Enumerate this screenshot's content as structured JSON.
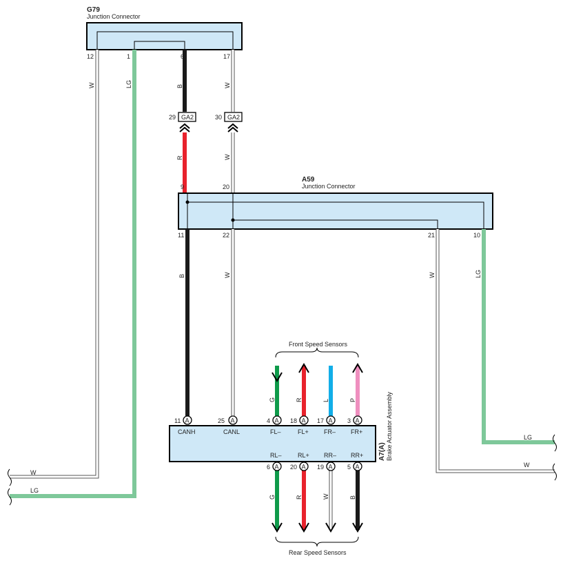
{
  "connectors": {
    "g79": {
      "id": "G79",
      "name": "Junction Connector",
      "pins": [
        "12",
        "1",
        "6",
        "17"
      ]
    },
    "a59": {
      "id": "A59",
      "name": "Junction Connector",
      "top_pins": [
        "9",
        "20"
      ],
      "bottom_pins": [
        "11",
        "22",
        "21",
        "10"
      ]
    },
    "ga2": {
      "label": "GA2",
      "pins": [
        "29",
        "30"
      ]
    },
    "a7": {
      "id": "A7(A)",
      "name": "Brake Actuator Assembly",
      "pin_letter": "A",
      "top_pins": [
        {
          "num": "11",
          "sig": "CANH"
        },
        {
          "num": "25",
          "sig": "CANL"
        },
        {
          "num": "4",
          "sig": "FL–"
        },
        {
          "num": "18",
          "sig": "FL+"
        },
        {
          "num": "17",
          "sig": "FR–"
        },
        {
          "num": "3",
          "sig": "FR+"
        }
      ],
      "bottom_pins": [
        {
          "num": "6",
          "sig": "RL–"
        },
        {
          "num": "20",
          "sig": "RL+"
        },
        {
          "num": "19",
          "sig": "RR–"
        },
        {
          "num": "5",
          "sig": "RR+"
        }
      ]
    }
  },
  "wire_labels": {
    "g79_12": "W",
    "g79_1": "LG",
    "g79_6": "B",
    "g79_17": "W",
    "ga2_29": "R",
    "ga2_30": "W",
    "a59_11": "B",
    "a59_22": "W",
    "a59_21": "W",
    "a59_10": "LG",
    "front_g": "G",
    "front_r": "R",
    "front_l": "L",
    "front_p": "P",
    "rear_g": "G",
    "rear_r": "R",
    "rear_w": "W",
    "rear_b": "B",
    "left_w": "W",
    "left_lg": "LG",
    "right_lg": "LG",
    "right_w": "W"
  },
  "groups": {
    "front": "Front Speed Sensors",
    "rear": "Rear Speed Sensors"
  },
  "colors": {
    "B": "#1a1a1a",
    "R": "#e8222c",
    "LG": "#7ec89a",
    "G": "#0e9a4a",
    "L": "#12aee8",
    "P": "#ef8fbf",
    "W": "#ffffff",
    "connector_fill": "#cfe8f7"
  }
}
